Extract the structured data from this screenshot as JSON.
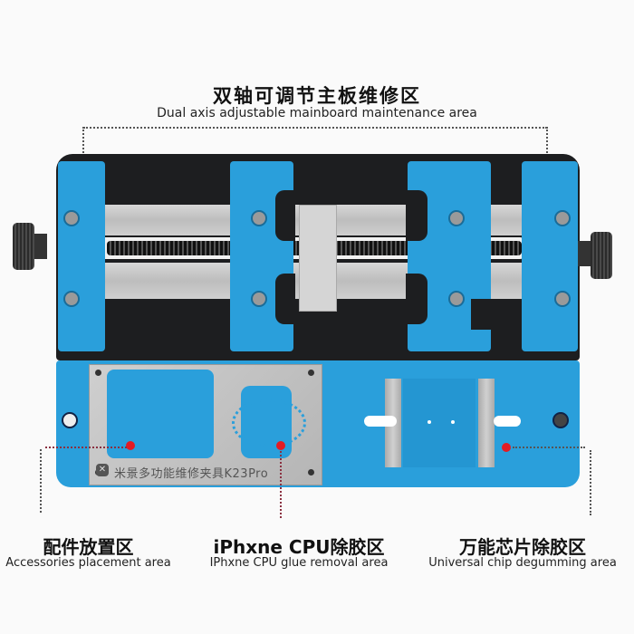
{
  "header": {
    "title_cn": "双轴可调节主板维修区",
    "title_en": "Dual axis adjustable mainboard maintenance area"
  },
  "product": {
    "plate_label": "米景多功能维修夹具K23Pro",
    "logo_glyph": "✕"
  },
  "captions": [
    {
      "cn": "配件放置区",
      "en": "Accessories placement area"
    },
    {
      "cn": "iPhxne CPU除胶区",
      "en": "IPhxne CPU glue removal area"
    },
    {
      "cn": "万能芯片除胶区",
      "en": "Universal chip degumming area"
    }
  ],
  "colors": {
    "fixture_blue": "#2a9fdb",
    "base_black": "#1d1e20",
    "marker_red": "#e31b23",
    "steel": "#c8c8c8"
  }
}
